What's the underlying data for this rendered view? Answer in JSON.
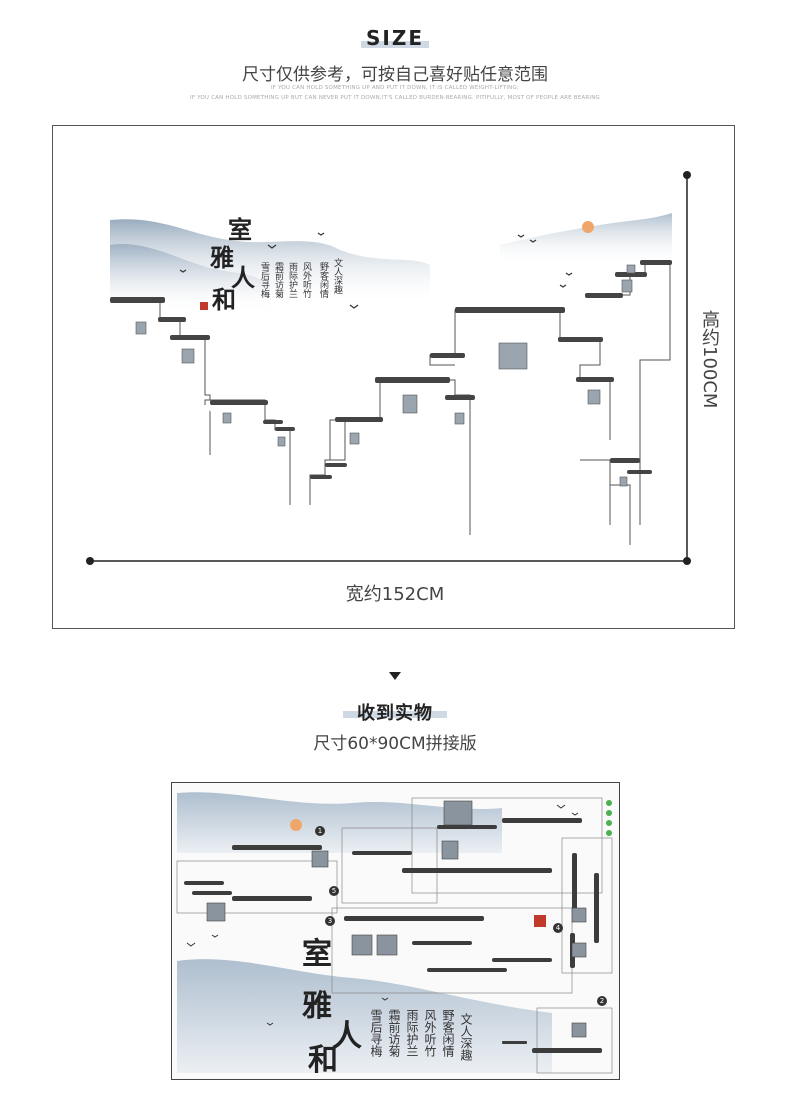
{
  "size_section": {
    "title": "SIZE",
    "subtitle": "尺寸仅供参考，可按自己喜好贴任意范围",
    "fine_line_1": "IF YOU CAN HOLD SOMETHING UP AND PUT IT DOWN, IT IS CALLED WEIGHT-LIFTING;",
    "fine_line_2": "IF YOU CAN HOLD SOMETHING UP BUT CAN NEVER PUT IT DOWN,IT'S CALLED BURDEN-BEARING. PITIFULLY, MOST OF PEOPLE ARE BEARING",
    "height_label": "高约100CM",
    "width_label": "宽约152CM"
  },
  "artwork": {
    "title_chars": [
      "室",
      "雅",
      "人",
      "和"
    ],
    "poem_columns": [
      "文人深趣",
      "野客闲情",
      "风外听竹",
      "雨际护兰",
      "霜前访菊",
      "雪后寻梅"
    ],
    "part_numbers": [
      "1",
      "2",
      "3",
      "4",
      "5"
    ]
  },
  "received_section": {
    "title": "收到实物",
    "subtitle": "尺寸60*90CM拼接版"
  },
  "colors": {
    "mist": "#b8c6d4",
    "ink": "#333333",
    "sun": "#f0a66a",
    "seal": "#c0392b",
    "accent_bar": "#cfd9e4"
  }
}
